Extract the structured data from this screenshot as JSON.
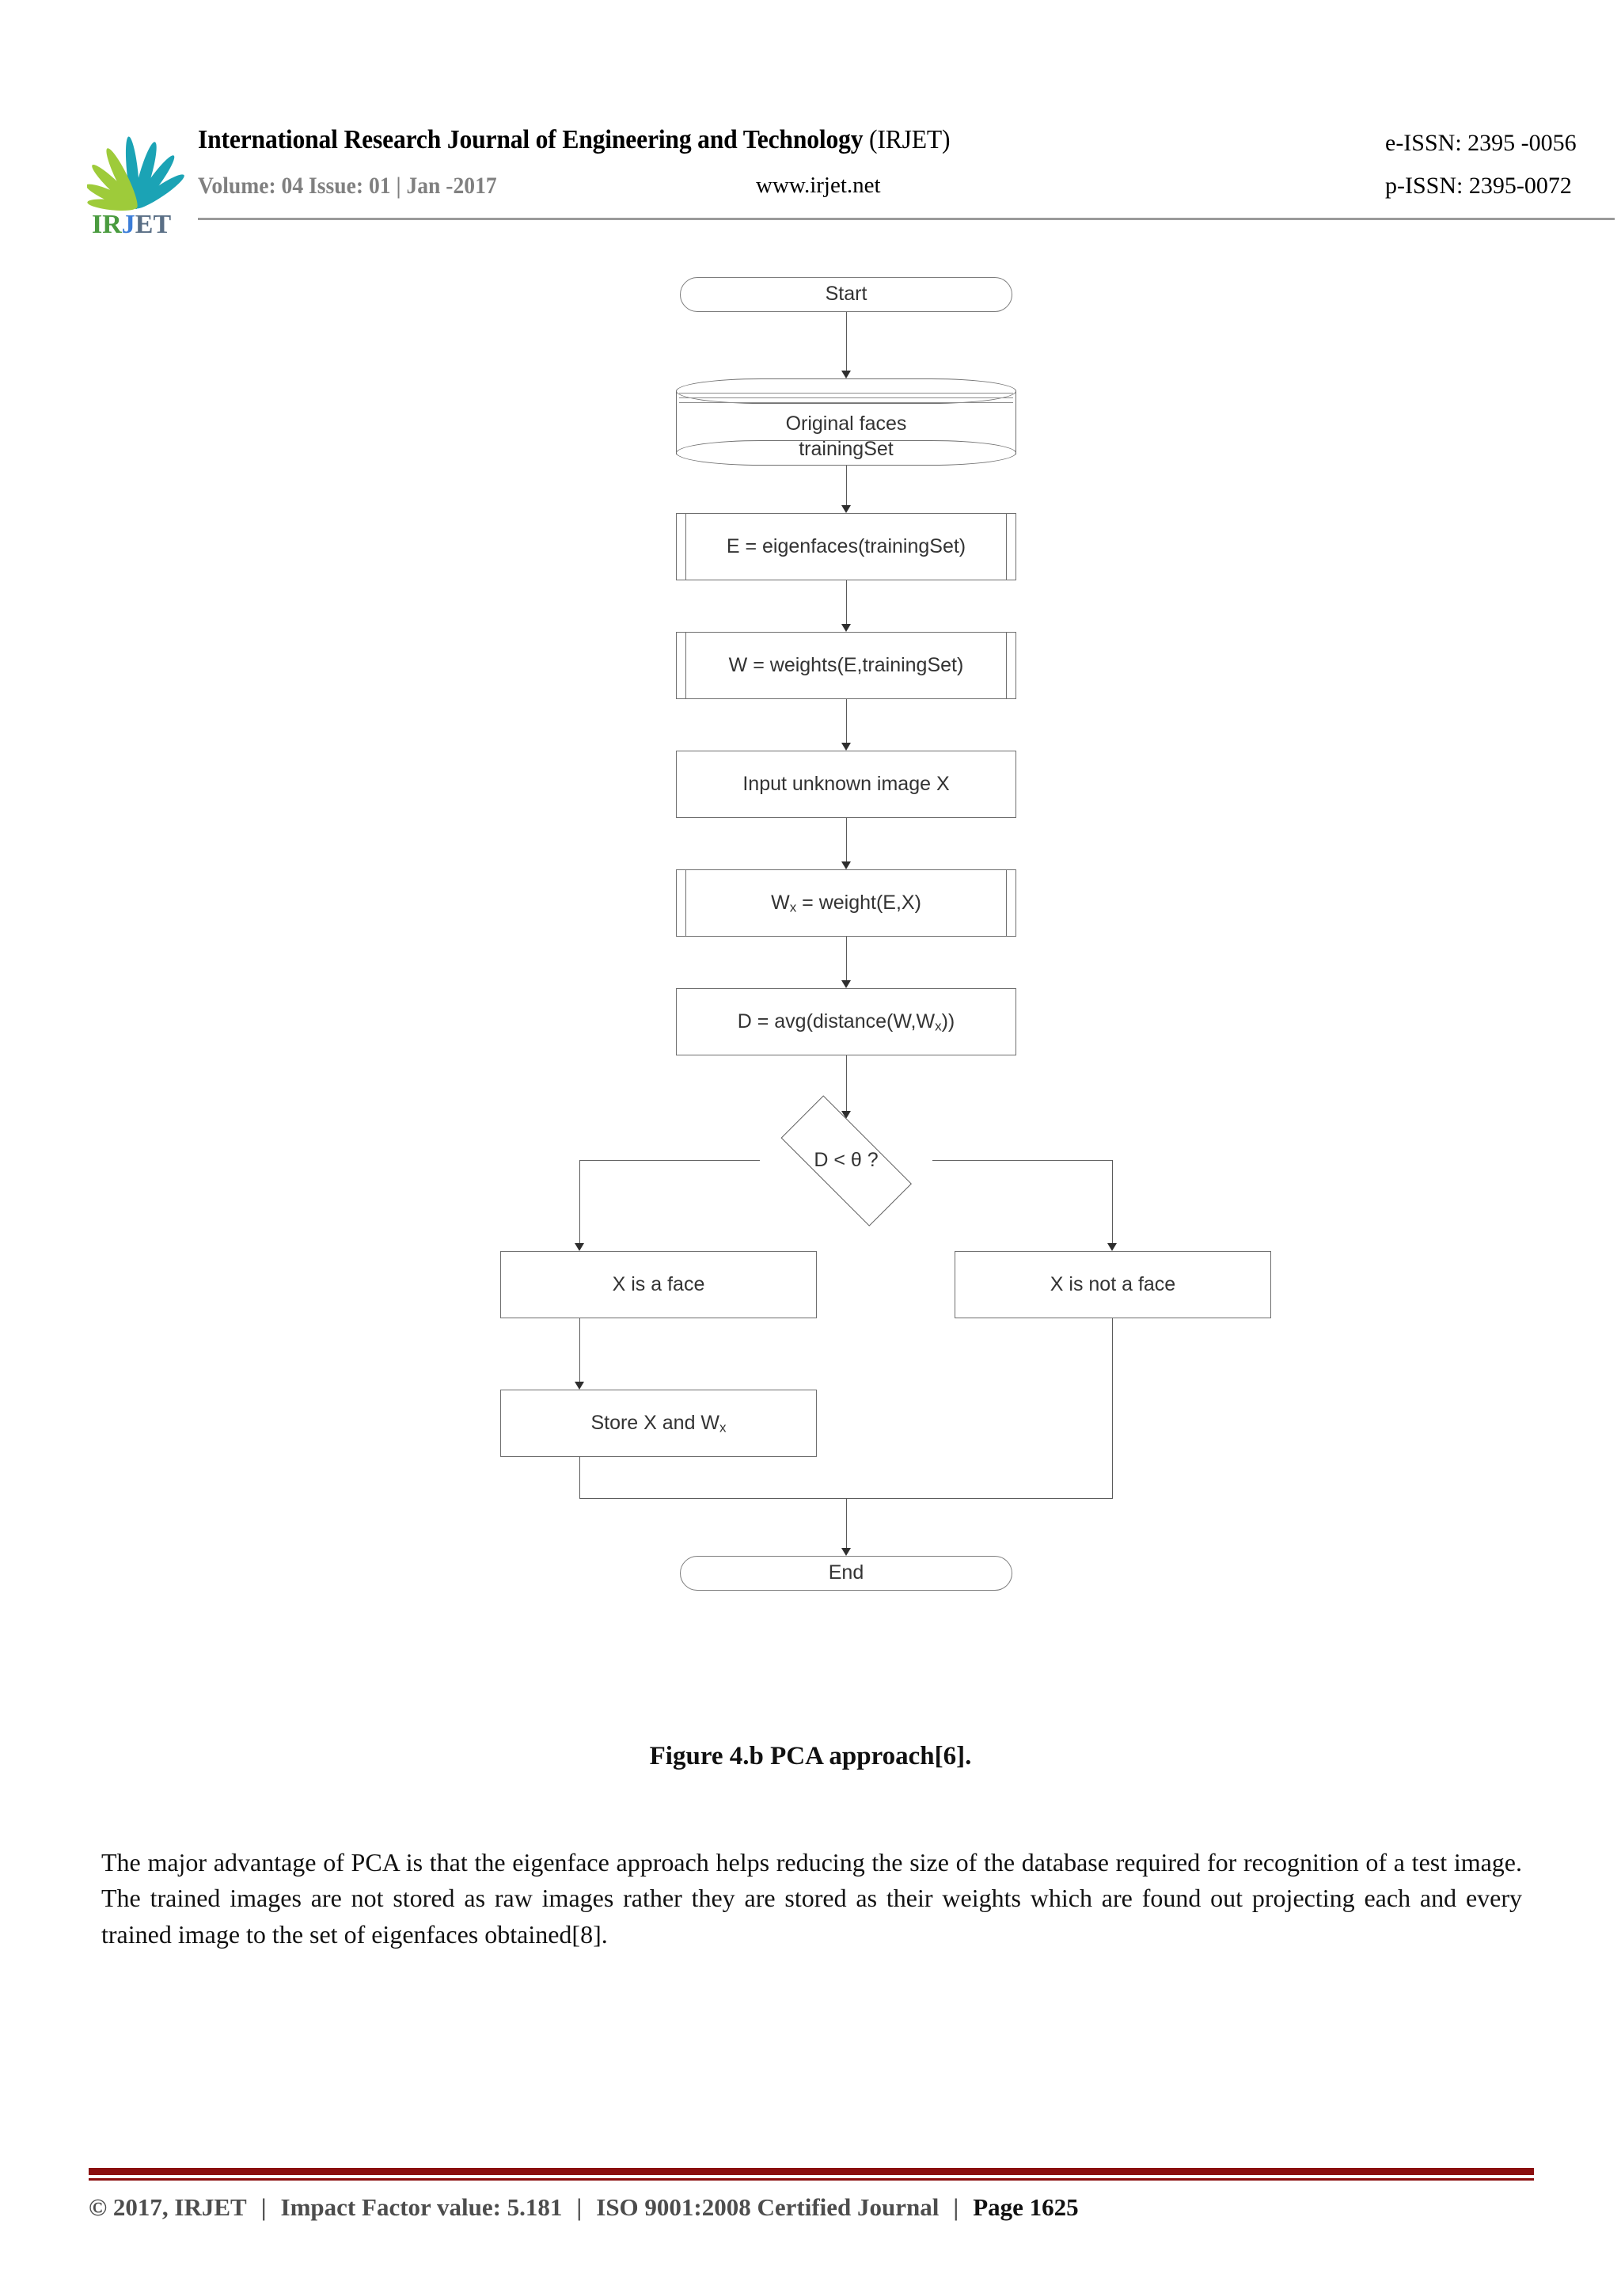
{
  "header": {
    "logo_text": "IRJET",
    "journal_title": "International Research Journal of Engineering and Technology",
    "journal_abbrev": "(IRJET)",
    "e_issn": "e-ISSN: 2395 -0056",
    "volume_issue": "Volume: 04 Issue: 01 | Jan -2017",
    "website": "www.irjet.net",
    "p_issn": "p-ISSN: 2395-0072"
  },
  "figure": {
    "caption": "Figure 4.b PCA approach[6].",
    "nodes": {
      "start": "Start",
      "database": "Original faces\ntrainingSet",
      "database_line1": "Original faces",
      "database_line2": "trainingSet",
      "eigenfaces": "E = eigenfaces(trainingSet)",
      "weights": "W = weights(E,trainingSet)",
      "input_image": "Input unknown image X",
      "weight_x": "W",
      "weight_x_sub": "x",
      "weight_x_rest": " = weight(E,X)",
      "distance": "D = avg(distance(W,W",
      "distance_sub": "x",
      "distance_rest": "))",
      "decision": "D < θ ?",
      "is_face": "X is a face",
      "not_face": "X is not a face",
      "store": "Store X and W",
      "store_sub": "x",
      "end": "End"
    }
  },
  "body": {
    "paragraph": "The major advantage of PCA is that the eigenface approach helps reducing the size of the database required for recognition of a test image. The trained images are not stored as raw images rather they are stored as their weights which are found out projecting each and every trained image to the set of eigenfaces obtained[8]."
  },
  "footer": {
    "copyright": "© 2017, IRJET",
    "impact_factor": "Impact Factor value: 5.181",
    "certification": "ISO 9001:2008 Certified Journal",
    "page": "Page 1625",
    "separator": "|"
  },
  "colors": {
    "footer_rule": "#8b0f0f",
    "header_rule": "#9a9a9a",
    "volume_text": "#808080",
    "logo_green": "#8cc63f",
    "logo_teal": "#1ba3b5",
    "logo_blue": "#3b7dd8"
  }
}
